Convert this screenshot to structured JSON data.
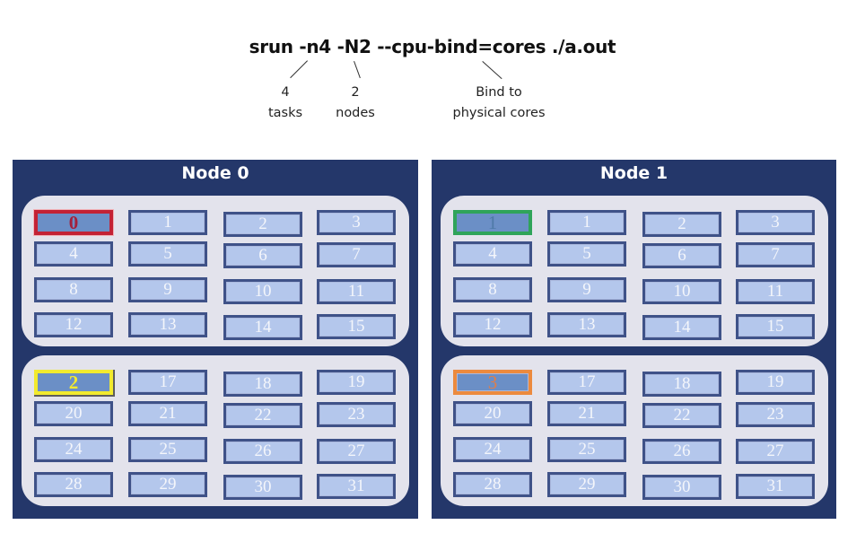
{
  "command": "srun -n4 -N2 --cpu-bind=cores ./a.out",
  "annotations": [
    {
      "line1": "4",
      "line2": "tasks"
    },
    {
      "line1": "2",
      "line2": "nodes"
    },
    {
      "line1": "Bind to",
      "line2": "physical cores"
    }
  ],
  "colors": {
    "node_bg": "#24376a",
    "socket_bg": "#e3e3ec",
    "core_bg": "#b4c7ec",
    "core_border": "#3f5288",
    "task0": "#c32235",
    "task1": "#2fa45a",
    "task2": "#f2ea2e",
    "task3": "#ec8a3e"
  },
  "nodes": [
    {
      "title": "Node 0",
      "sockets": [
        {
          "cores": [
            "0",
            "1",
            "2",
            "3",
            "4",
            "5",
            "6",
            "7",
            "8",
            "9",
            "10",
            "11",
            "12",
            "13",
            "14",
            "15"
          ],
          "bound": {
            "index": 0,
            "task": "0",
            "color": "red"
          }
        },
        {
          "cores": [
            "2",
            "17",
            "18",
            "19",
            "20",
            "21",
            "22",
            "23",
            "24",
            "25",
            "26",
            "27",
            "28",
            "29",
            "30",
            "31"
          ],
          "bound": {
            "index": 0,
            "task": "2",
            "color": "yellow"
          }
        }
      ]
    },
    {
      "title": "Node 1",
      "sockets": [
        {
          "cores": [
            "1",
            "1",
            "2",
            "3",
            "4",
            "5",
            "6",
            "7",
            "8",
            "9",
            "10",
            "11",
            "12",
            "13",
            "14",
            "15"
          ],
          "bound": {
            "index": 0,
            "task": "1",
            "color": "green"
          }
        },
        {
          "cores": [
            "3",
            "17",
            "18",
            "19",
            "20",
            "21",
            "22",
            "23",
            "24",
            "25",
            "26",
            "27",
            "28",
            "29",
            "30",
            "31"
          ],
          "bound": {
            "index": 0,
            "task": "3",
            "color": "orange"
          }
        }
      ]
    }
  ]
}
